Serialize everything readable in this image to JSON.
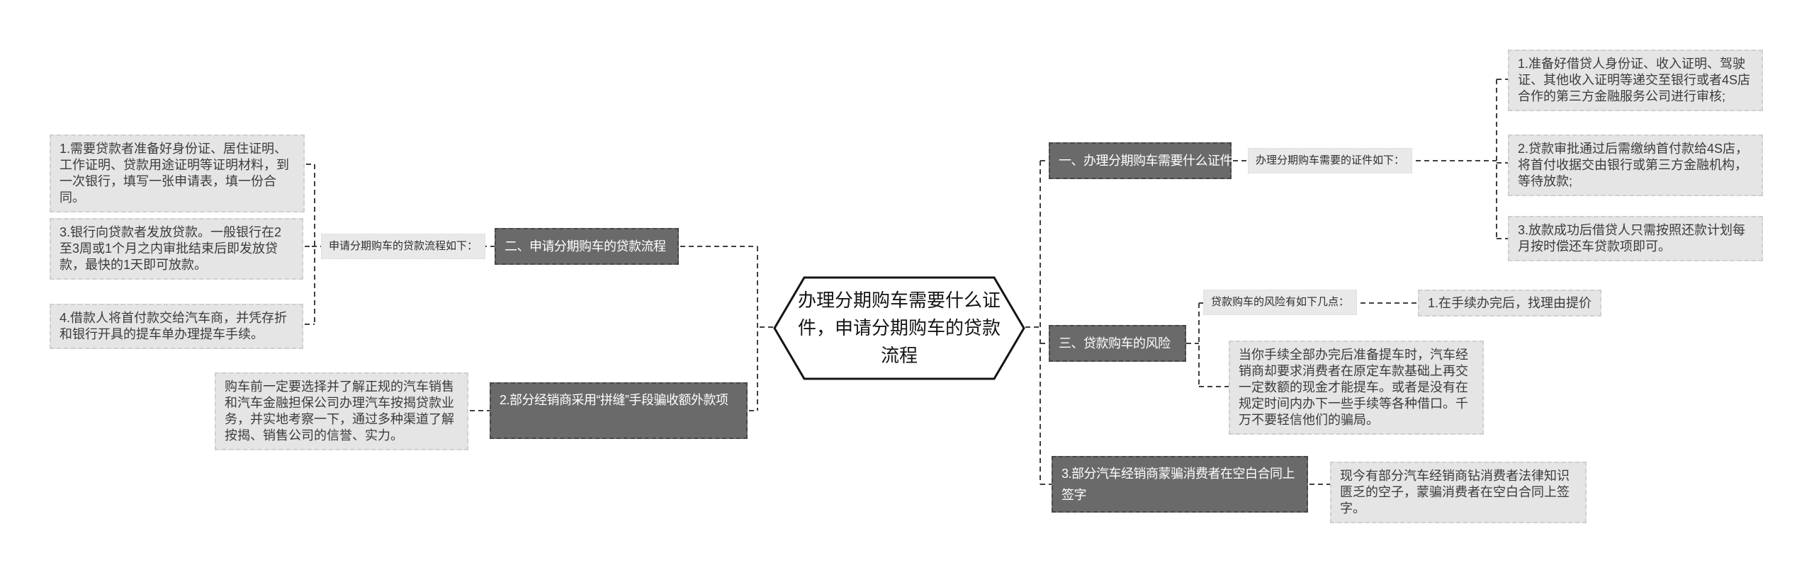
{
  "colors": {
    "page_bg": "#ffffff",
    "node_dark_bg": "#6a6a6a",
    "node_dark_border": "#474747",
    "node_dark_text": "#ffffff",
    "block_bg": "#e5e5e5",
    "block_border": "#cfcfcf",
    "block_text": "#3b3b3b",
    "label_bg": "#e9e9e9",
    "label_border": "#dddddd",
    "label_text": "#2e2e2e",
    "central_bg": "#ffffff",
    "central_border": "#141414",
    "central_text": "#141414",
    "connector": "#3f3f3f"
  },
  "central_topic": {
    "text": "办理分期购车需要什么证件，申请分期购车的贷款流程"
  },
  "branch_documents": {
    "node_label": "一、办理分期购车需要什么证件",
    "hint_label": "办理分期购车需要的证件如下：",
    "items": [
      {
        "text": "1.准备好借贷人身份证、收入证明、驾驶证、其他收入证明等递交至银行或者4S店合作的第三方金融服务公司进行审核;"
      },
      {
        "text": "2.贷款审批通过后需缴纳首付款给4S店，将首付收据交由银行或第三方金融机构，等待放款;"
      },
      {
        "text": "3.放款成功后借贷人只需按照还款计划每月按时偿还车贷款项即可。"
      }
    ]
  },
  "branch_process": {
    "node_label": "二、申请分期购车的贷款流程",
    "hint_label": "申请分期购车的贷款流程如下：",
    "items": [
      {
        "text": "1.需要贷款者准备好身份证、居住证明、工作证明、贷款用途证明等证明材料，到一次银行，填写一张申请表，填一份合同。"
      },
      {
        "text": "3.银行向贷款者发放贷款。一般银行在2至3周或1个月之内审批结束后即发放贷款，最快的1天即可放款。"
      },
      {
        "text": "4.借款人将首付款交给汽车商，并凭存折和银行开具的提车单办理提车手续。"
      }
    ]
  },
  "branch_risks": {
    "node_label": "三、贷款购车的风险",
    "hint_label": "贷款购车的风险有如下几点：",
    "risk_title": "1.在手续办完后，找理由提价",
    "risk_detail": "当你手续全部办完后准备提车时，汽车经销商却要求消费者在原定车款基础上再交一定数额的现金才能提车。或者是没有在规定时间内办下一些手续等各种借口。千万不要轻信他们的骗局。"
  },
  "branch_dealer_scam": {
    "node_label": "2.部分经销商采用“拼缝”手段骗收额外款项",
    "detail": "购车前一定要选择并了解正规的汽车销售和汽车金融担保公司办理汽车按揭贷款业务，并实地考察一下，通过多种渠道了解按揭、销售公司的信誉、实力。"
  },
  "branch_blank_contract": {
    "node_label": "3.部分汽车经销商蒙骗消费者在空白合同上签字",
    "detail": "现今有部分汽车经销商钻消费者法律知识匮乏的空子，蒙骗消费者在空白合同上签字。"
  }
}
